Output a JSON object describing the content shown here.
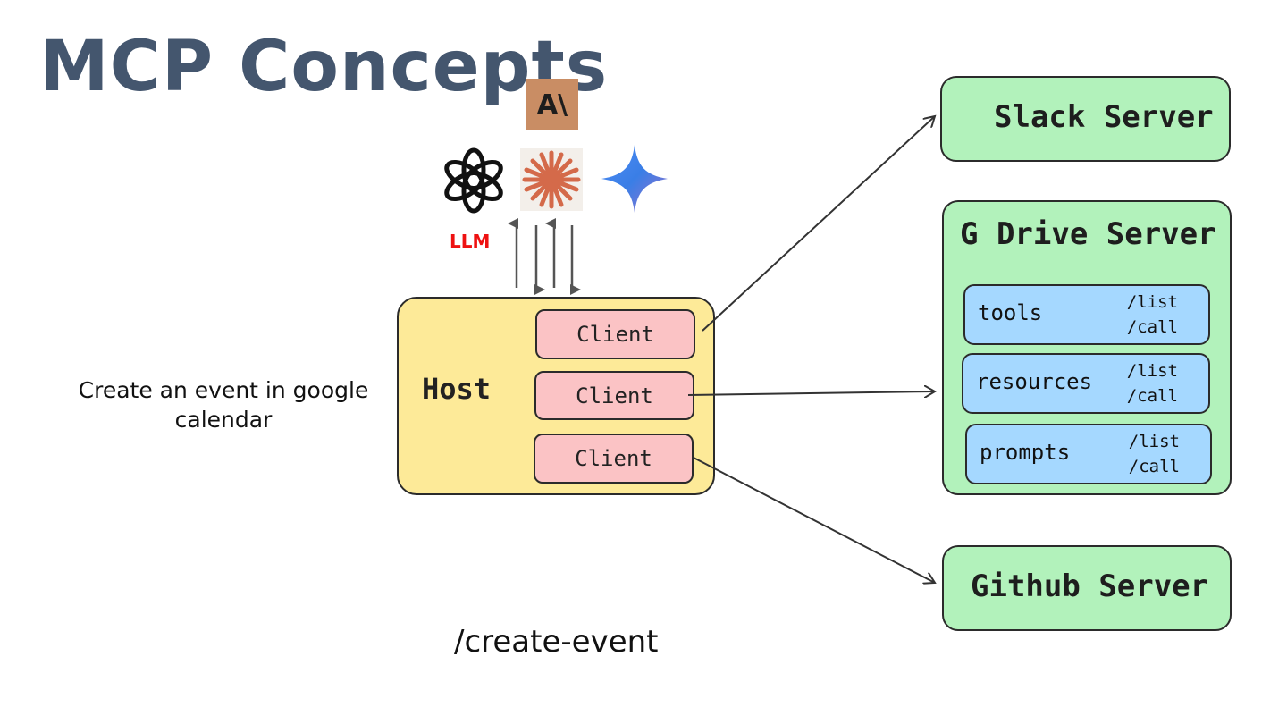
{
  "title": "MCP Concepts",
  "llm": {
    "label": "LLM",
    "providers": [
      "openai-icon",
      "claude-icon",
      "gemini-icon"
    ],
    "anthropic_logo_text": "A\\"
  },
  "user_prompt": "Create an event in google calendar",
  "host": {
    "label": "Host",
    "clients": [
      "Client",
      "Client",
      "Client"
    ]
  },
  "servers": {
    "slack": {
      "label": "Slack Server"
    },
    "gdrive": {
      "label": "G Drive Server",
      "capabilities": [
        {
          "name": "tools",
          "ops": [
            "/list",
            "/call"
          ]
        },
        {
          "name": "resources",
          "ops": [
            "/list",
            "/call"
          ]
        },
        {
          "name": "prompts",
          "ops": [
            "/list",
            "/call"
          ]
        }
      ]
    },
    "github": {
      "label": "Github Server"
    }
  },
  "caption": "/create-event",
  "colors": {
    "title": "#44566e",
    "host_fill": "#fdea98",
    "client_fill": "#fbc3c5",
    "server_fill": "#b2f2bb",
    "capability_fill": "#a5d8ff",
    "llm_label": "#ee1111"
  }
}
